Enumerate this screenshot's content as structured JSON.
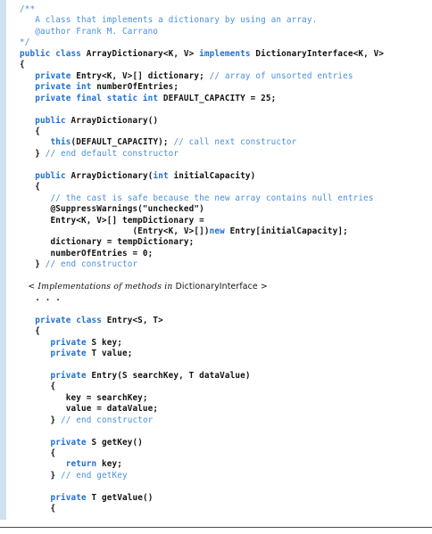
{
  "code": {
    "lines": [
      [
        {
          "t": "/**",
          "c": "cm"
        }
      ],
      [
        {
          "t": "   A class that implements a dictionary by using an array.",
          "c": "cm"
        }
      ],
      [
        {
          "t": "   @author Frank M. Carrano",
          "c": "cm"
        }
      ],
      [
        {
          "t": "*/",
          "c": "cm"
        }
      ],
      [
        {
          "t": "public class ",
          "c": "kw"
        },
        {
          "t": "ArrayDictionary<K, V> ",
          "c": "code"
        },
        {
          "t": "implements ",
          "c": "kw"
        },
        {
          "t": "DictionaryInterface<K, V>",
          "c": "code"
        }
      ],
      [
        {
          "t": "{",
          "c": "code"
        }
      ],
      [
        {
          "t": "   private ",
          "c": "kw"
        },
        {
          "t": "Entry<K, V>[] dictionary; ",
          "c": "code"
        },
        {
          "t": "// array of unsorted entries",
          "c": "cm"
        }
      ],
      [
        {
          "t": "   private int ",
          "c": "kw"
        },
        {
          "t": "numberOfEntries;",
          "c": "code"
        }
      ],
      [
        {
          "t": "   private final static int ",
          "c": "kw"
        },
        {
          "t": "DEFAULT_CAPACITY = 25;",
          "c": "code"
        }
      ],
      [],
      [
        {
          "t": "   public ",
          "c": "kw"
        },
        {
          "t": "ArrayDictionary()",
          "c": "code"
        }
      ],
      [
        {
          "t": "   {",
          "c": "code"
        }
      ],
      [
        {
          "t": "      this",
          "c": "kw"
        },
        {
          "t": "(DEFAULT_CAPACITY); ",
          "c": "code"
        },
        {
          "t": "// call next constructor",
          "c": "cm"
        }
      ],
      [
        {
          "t": "   } ",
          "c": "code"
        },
        {
          "t": "// end default constructor",
          "c": "cm"
        }
      ],
      [],
      [
        {
          "t": "   public ",
          "c": "kw"
        },
        {
          "t": "ArrayDictionary(",
          "c": "code"
        },
        {
          "t": "int ",
          "c": "kw"
        },
        {
          "t": "initialCapacity)",
          "c": "code"
        }
      ],
      [
        {
          "t": "   {",
          "c": "code"
        }
      ],
      [
        {
          "t": "      // the cast is safe because the new array contains null entries",
          "c": "cm"
        }
      ],
      [
        {
          "t": "      @SuppressWarnings(\"unchecked\")",
          "c": "code"
        }
      ],
      [
        {
          "t": "      Entry<K, V>[] tempDictionary =",
          "c": "code"
        }
      ],
      [
        {
          "t": "                      (Entry<K, V>[])",
          "c": "code"
        },
        {
          "t": "new ",
          "c": "kw"
        },
        {
          "t": "Entry[initialCapacity];",
          "c": "code"
        }
      ],
      [
        {
          "t": "      dictionary = tempDictionary;",
          "c": "code"
        }
      ],
      [
        {
          "t": "      numberOfEntries = 0;",
          "c": "code"
        }
      ],
      [
        {
          "t": "   } ",
          "c": "code"
        },
        {
          "t": "// end constructor",
          "c": "cm"
        }
      ],
      [],
      [
        {
          "t": "   < Implementations of methods in ",
          "c": "it"
        },
        {
          "t": "DictionaryInterface",
          "c": "sans"
        },
        {
          "t": " >",
          "c": "it"
        }
      ],
      [
        {
          "t": "   . . .",
          "c": "code"
        }
      ],
      [],
      [
        {
          "t": "   private class ",
          "c": "kw"
        },
        {
          "t": "Entry<S, T>",
          "c": "code"
        }
      ],
      [
        {
          "t": "   {",
          "c": "code"
        }
      ],
      [
        {
          "t": "      private ",
          "c": "kw"
        },
        {
          "t": "S key;",
          "c": "code"
        }
      ],
      [
        {
          "t": "      private ",
          "c": "kw"
        },
        {
          "t": "T value;",
          "c": "code"
        }
      ],
      [],
      [
        {
          "t": "      private ",
          "c": "kw"
        },
        {
          "t": "Entry(S searchKey, T dataValue)",
          "c": "code"
        }
      ],
      [
        {
          "t": "      {",
          "c": "code"
        }
      ],
      [
        {
          "t": "         key = searchKey;",
          "c": "code"
        }
      ],
      [
        {
          "t": "         value = dataValue;",
          "c": "code"
        }
      ],
      [
        {
          "t": "      } ",
          "c": "code"
        },
        {
          "t": "// end constructor",
          "c": "cm"
        }
      ],
      [],
      [
        {
          "t": "      private ",
          "c": "kw"
        },
        {
          "t": "S getKey()",
          "c": "code"
        }
      ],
      [
        {
          "t": "      {",
          "c": "code"
        }
      ],
      [
        {
          "t": "         return ",
          "c": "kw"
        },
        {
          "t": "key;",
          "c": "code"
        }
      ],
      [
        {
          "t": "      } ",
          "c": "code"
        },
        {
          "t": "// end getKey",
          "c": "cm"
        }
      ],
      [],
      [
        {
          "t": "      private ",
          "c": "kw"
        },
        {
          "t": "T getValue()",
          "c": "code"
        }
      ],
      [
        {
          "t": "      {",
          "c": "code"
        }
      ]
    ]
  },
  "colors": {
    "keyword": "#1f6fd1",
    "comment": "#4a90d9",
    "code": "#111111",
    "gutter": "#cfe2ef"
  }
}
